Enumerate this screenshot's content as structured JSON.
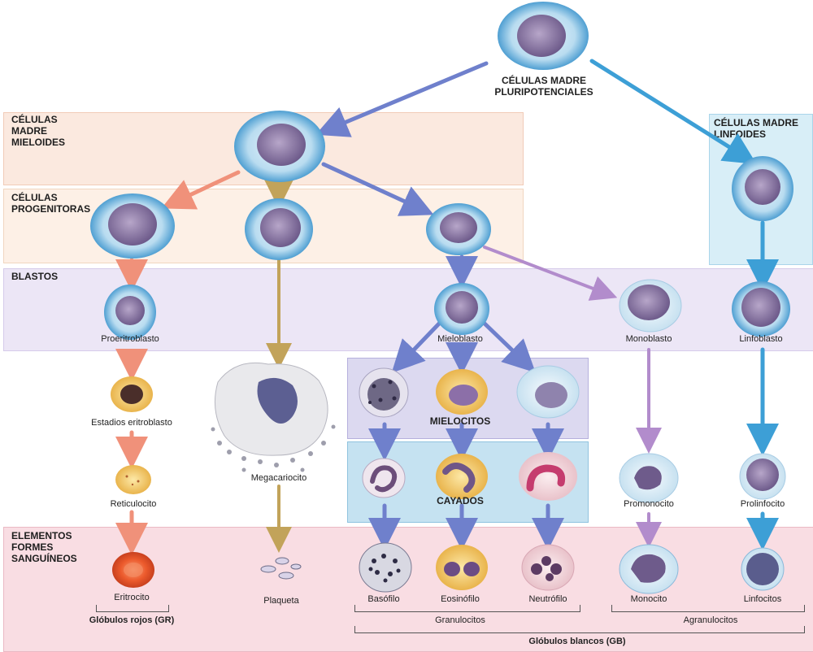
{
  "title": "CÉLULAS MADRE\nPLURIPOTENCIALES",
  "bands": {
    "mieloides": "CÉLULAS\nMADRE\nMIELOIDES",
    "progenitoras": "CÉLULAS\nPROGENITORAS",
    "blastos": "BLASTOS",
    "elementos": "ELEMENTOS\nFORMES\nSANGUÍNEOS",
    "linfoides": "CÉLULAS MADRE\nLINFOIDES"
  },
  "cells": {
    "proeritroblasto": "Proeritroblasto",
    "eritroblasto": "Estadios eritroblasto",
    "reticulocito": "Reticulocito",
    "eritrocito": "Eritrocito",
    "megacariocito": "Megacariocito",
    "plaqueta": "Plaqueta",
    "mieloblasto": "Mieloblasto",
    "mielocitos": "MIELOCITOS",
    "cayados": "CAYADOS",
    "basofilo": "Basófilo",
    "eosinofilo": "Eosinófilo",
    "neutrofilo": "Neutrófilo",
    "monoblasto": "Monoblasto",
    "promonocito": "Promonocito",
    "monocito": "Monocito",
    "linfoblasto": "Linfoblasto",
    "prolinfocito": "Prolinfocito",
    "linfocitos": "Linfocitos"
  },
  "groups": {
    "globulos_rojos": "Glóbulos rojos (GR)",
    "granulocitos": "Granulocitos",
    "agranulocitos": "Agranulocitos",
    "globulos_blancos": "Glóbulos blancos (GB)"
  },
  "colors": {
    "mieloides_band": "#fbe9df",
    "progenitoras_band": "#fdf0e6",
    "blastos_band": "#ece6f6",
    "elementos_band": "#f9dde3",
    "linfoides_band": "#d8eef7",
    "mielocitos_box": "#dcd9f0",
    "cayados_box": "#c5e2f1",
    "arrow_blue": "#6f80cc",
    "arrow_cyan": "#3d9fd6",
    "arrow_orange": "#f0917a",
    "arrow_gold": "#c2a35a",
    "arrow_purple": "#b28ccc"
  }
}
